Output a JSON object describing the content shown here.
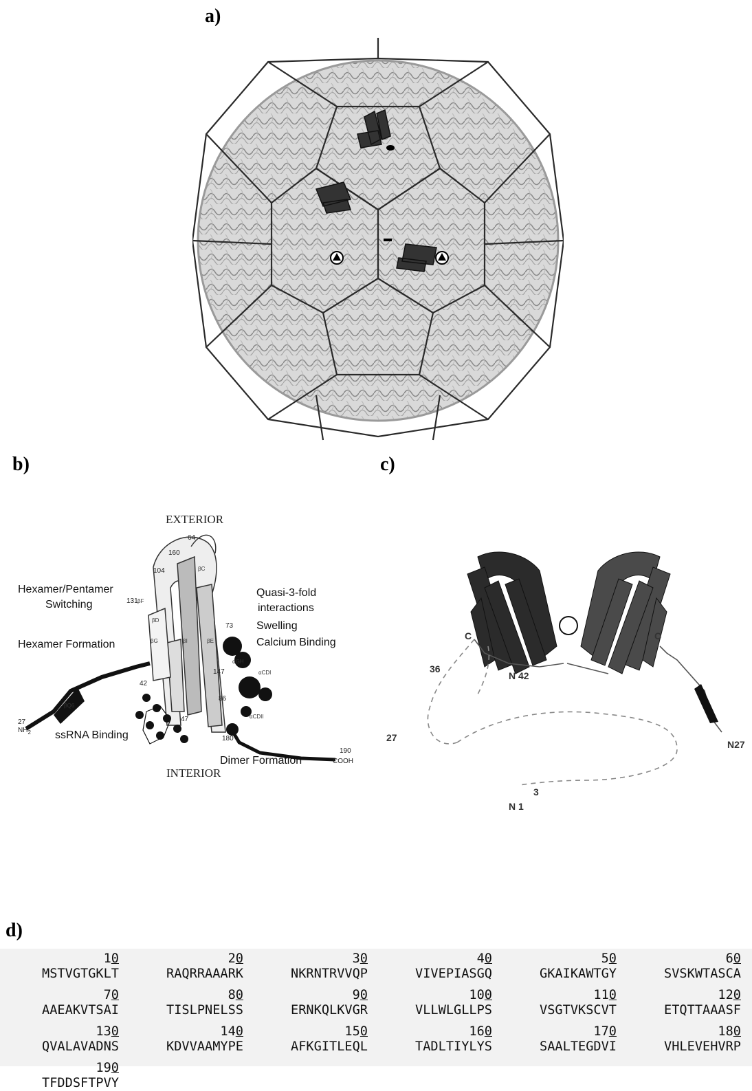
{
  "panels": {
    "a": "a)",
    "b": "b)",
    "c": "c)",
    "d": "d)"
  },
  "panel_b": {
    "exterior": "EXTERIOR",
    "interior": "INTERIOR",
    "hexamer_pentamer": [
      "Hexamer/Pentamer",
      "Switching"
    ],
    "hexamer_formation": "Hexamer Formation",
    "quasi": [
      "Quasi-3-fold",
      "interactions"
    ],
    "swelling": "Swelling",
    "calcium": "Calcium Binding",
    "ssrna": "ssRNA Binding",
    "dimer": "Dimer Formation",
    "residues": [
      "64",
      "160",
      "104",
      "131",
      "73",
      "147",
      "86",
      "42",
      "47",
      "180",
      "190",
      "27"
    ],
    "nh2": "NH",
    "nh2_sub": "2",
    "cooh": "COOH",
    "strands": [
      "βC",
      "βF",
      "βD",
      "βG",
      "βI",
      "βE",
      "αGH",
      "αCDI",
      "αCDII",
      "βQ6"
    ]
  },
  "panel_c": {
    "labels": [
      "C",
      "C",
      "36",
      "N 42",
      "27",
      "N27",
      "3",
      "N 1"
    ]
  },
  "sequence": [
    {
      "num": "10",
      "aa": "MSTVGTGKLT"
    },
    {
      "num": "20",
      "aa": "RAQRRAAARK"
    },
    {
      "num": "30",
      "aa": "NKRNTRVVQP"
    },
    {
      "num": "40",
      "aa": "VIVEPIASGQ"
    },
    {
      "num": "50",
      "aa": "GKAIKAWTGY"
    },
    {
      "num": "60",
      "aa": "SVSKWTASCA"
    },
    {
      "num": "70",
      "aa": "AAEAKVTSAI"
    },
    {
      "num": "80",
      "aa": "TISLPNELSS"
    },
    {
      "num": "90",
      "aa": "ERNKQLKVGR"
    },
    {
      "num": "100",
      "aa": "VLLWLGLLPS"
    },
    {
      "num": "110",
      "aa": "VSGTVKSCVT"
    },
    {
      "num": "120",
      "aa": "ETQTTAAASF"
    },
    {
      "num": "130",
      "aa": "QVALAVADNS"
    },
    {
      "num": "140",
      "aa": "KDVVAAMYPE"
    },
    {
      "num": "150",
      "aa": "AFKGITLEQL"
    },
    {
      "num": "160",
      "aa": "TADLTIYLYS"
    },
    {
      "num": "170",
      "aa": "SAALTEGDVI"
    },
    {
      "num": "180",
      "aa": "VHLEVEHVRP"
    },
    {
      "num": "190",
      "aa": "TFDDSFTPVY"
    }
  ]
}
